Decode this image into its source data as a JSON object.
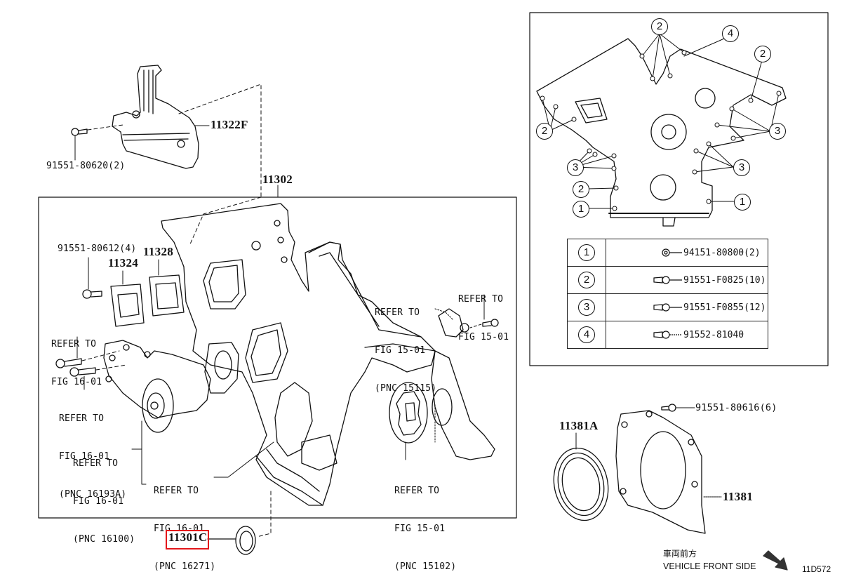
{
  "diagram": {
    "figure_id": "11D572",
    "direction_note_jp": "車両前方",
    "direction_note_en": "VEHICLE FRONT SIDE",
    "highlighted_part": "11301C",
    "highlight_color": "#e3161a"
  },
  "parts": {
    "p11322F": "11322F",
    "p91551_80620": "91551-80620(2)",
    "p11302": "11302",
    "p91551_80612": "91551-80612(4)",
    "p11328": "11328",
    "p11324": "11324",
    "p11301C": "11301C",
    "p11381A": "11381A",
    "p11381": "11381",
    "p91551_80616": "91551-80616(6)"
  },
  "refs": {
    "r16_01_bolt": [
      "REFER TO",
      "FIG 16-01"
    ],
    "r16193A": [
      "REFER TO",
      "FIG 16-01",
      "(PNC 16193A)"
    ],
    "r16100": [
      "REFER TO",
      "FIG 16-01",
      "(PNC 16100)"
    ],
    "r16271": [
      "REFER TO",
      "FIG 16-01",
      "(PNC 16271)"
    ],
    "r15115": [
      "REFER TO",
      "FIG 15-01",
      "(PNC 15115)"
    ],
    "r15_01_bolt": [
      "REFER TO",
      "FIG 15-01"
    ],
    "r15102": [
      "REFER TO",
      "FIG 15-01",
      "(PNC 15102)"
    ]
  },
  "legend": [
    {
      "num": "1",
      "part": "94151-80800(2)",
      "icon": "nut-icon"
    },
    {
      "num": "2",
      "part": "91551-F0825(10)",
      "icon": "bolt-icon"
    },
    {
      "num": "3",
      "part": "91551-F0855(12)",
      "icon": "bolt-icon"
    },
    {
      "num": "4",
      "part": "91552-81040",
      "icon": "bolt-icon"
    }
  ],
  "callouts": {
    "c2": "2",
    "c4": "4",
    "c3": "3",
    "c1": "1"
  }
}
